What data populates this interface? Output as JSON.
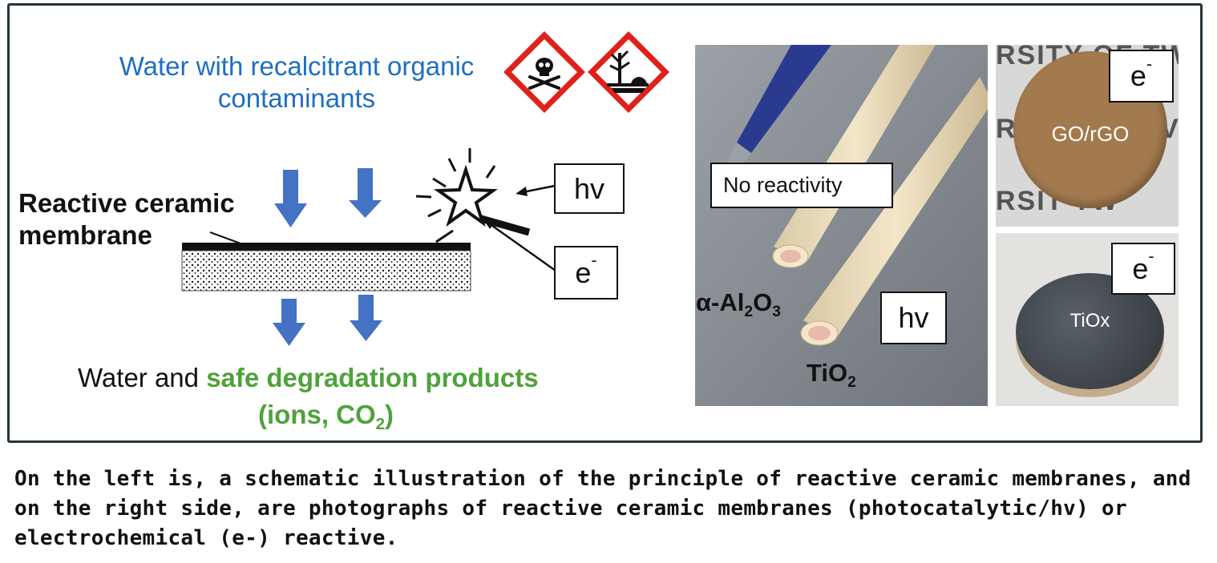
{
  "schematic": {
    "input_line1": "Water with recalcitrant organic",
    "input_line2": "contaminants",
    "membrane_line1": "Reactive ceramic",
    "membrane_line2": "membrane",
    "output_prefix": "Water and ",
    "output_highlight": "safe degradation products",
    "output_line2_pre": "(ions, CO",
    "output_line2_sub": "2",
    "output_line2_post": ")",
    "hv_label": "hv",
    "e_label": "e",
    "e_sup": "-",
    "hazard_icons": [
      "toxic-skull-icon",
      "environmental-hazard-icon"
    ]
  },
  "photos": {
    "no_reactivity": "No reactivity",
    "alumina_pre": "α-Al",
    "alumina_sub1": "2",
    "alumina_mid": "O",
    "alumina_sub2": "3",
    "tio2_pre": "TiO",
    "tio2_sub": "2",
    "hv_label": "hv",
    "e_label": "e",
    "e_sup": "-",
    "go_label": "GO/rGO",
    "tiox_label": "TiOx",
    "bg_text_top": "RSITY OF TW",
    "bg_text_mid_left": "R",
    "bg_text_mid_right": "V",
    "bg_text_bottom": "RSIT TW"
  },
  "caption": "On the left is, a schematic illustration of the principle of reactive ceramic membranes, and on the right side, are photographs of reactive ceramic membranes (photocatalytic/hv) or electrochemical (e-) reactive.",
  "colors": {
    "blue_text": "#1f6fc0",
    "green_text": "#4ea33a",
    "arrow_blue": "#4472c4",
    "hazard_red": "#e0201b",
    "border": "#26343c"
  }
}
